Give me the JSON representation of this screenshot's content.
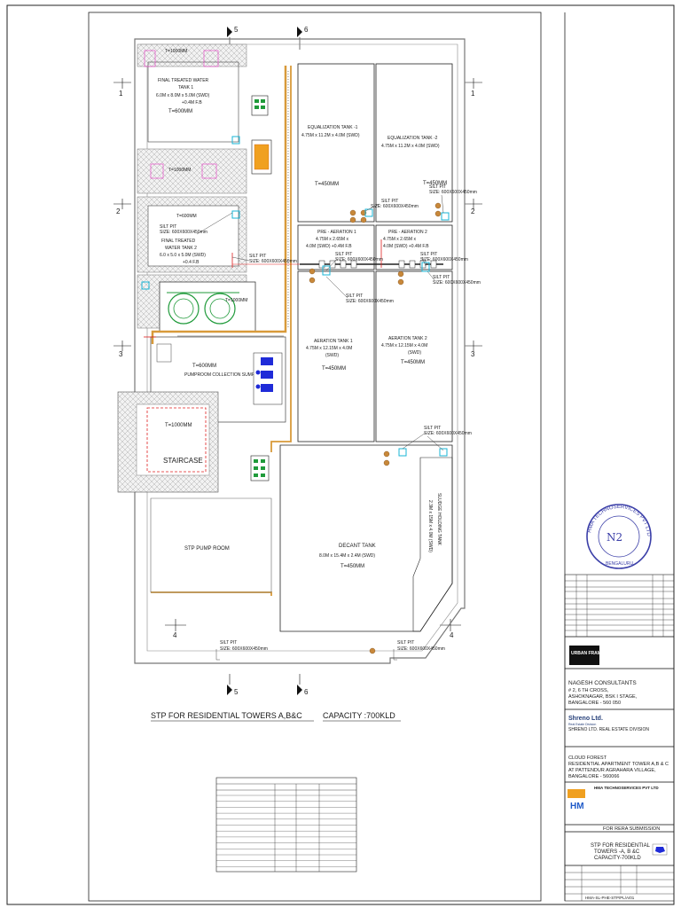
{
  "drawing": {
    "title": "STP FOR RESIDENTIAL TOWERS A,B&C",
    "capacity": "CAPACITY :700KLD",
    "section_marks": [
      "5",
      "6",
      "1",
      "2",
      "3",
      "4"
    ]
  },
  "rooms": {
    "final_treated_tank_1": {
      "title": "FINAL TREATED WATER",
      "name": "TANK 1",
      "dims": "6.0M x 8.0M x 5.0M (SWD)",
      "fb": "+0.4M F.B",
      "t": "T=600MM"
    },
    "final_treated_tank_2": {
      "title": "FINAL TREATED",
      "name": "WATER TANK 2",
      "dims": "6.0 x 5.0 x 5.0M (SWD)",
      "fb": "+0.4 F.B",
      "t": "T=600MM"
    },
    "top_slab_t": "T=1000MM",
    "mid_slab_t": "T=1000MM",
    "machine_slab_t": "T=1000MM",
    "eq_tank_1": {
      "name": "EQUALIZATION TANK -1",
      "dims": "4.75M x 11.2M x 4.0M (SWD)",
      "t": "T=450MM"
    },
    "eq_tank_2": {
      "name": "EQUALIZATION TANK -2",
      "dims": "4.75M x 11.2M x 4.0M (SWD)",
      "t": "T=450MM"
    },
    "pre_aer_1": {
      "name": "PRE - AERATION 1",
      "dims": "4.75M x 2.65M x",
      "swd": "4.0M (SWD) +0.4M F.B"
    },
    "pre_aer_2": {
      "name": "PRE - AERATION 2",
      "dims": "4.75M x 2.65M x",
      "swd": "4.0M (SWD) +0.4M F.B"
    },
    "aer_tank_1": {
      "name": "AERATION TANK 1",
      "dims": "4.75M x 12.15M x 4.0M",
      "swd": "(SWD)",
      "t": "T=450MM"
    },
    "aer_tank_2": {
      "name": "AERATION TANK 2",
      "dims": "4.75M x 12.15M x 4.0M",
      "swd": "(SWD)",
      "t": "T=450MM"
    },
    "sump": {
      "line1": "PUMPROOM COLLECTION SUMP",
      "t": "T=600MM"
    },
    "staircase": {
      "name": "STAIRCASE",
      "t": "T=1000MM"
    },
    "pump_room": {
      "name": "STP PUMP ROOM"
    },
    "decant_tank": {
      "name": "DECANT TANK",
      "dims": "8.0M x 15.4M x 2.4M (SWD)",
      "t": "T=450MM"
    },
    "sludge_tank": {
      "line1": "SLUDGE HOLDING TANK",
      "line2": "2.3M x 15M x 4.0M (SWD)"
    }
  },
  "silt_pits": {
    "label": "SILT PIT",
    "size": "SIZE: 600X600X450mm"
  },
  "title_block": {
    "rera": "FOR RERA SUBMISSION",
    "architect_name": "URBAN FRAME",
    "consultant_name": "NAGESH CONSULTANTS",
    "consultant_addr1": "# 2, 6 TH CROSS,",
    "consultant_addr2": "ASHOKNAGAR, BSK I STAGE,",
    "consultant_addr3": "BANGALORE - 560 050",
    "client_logo": "Shreno Ltd.",
    "client_sub": "Real Estate Division",
    "client_name": "SHRENO LTD. REAL ESTATE DIVISION",
    "project_line1": "CLOUD FOREST",
    "project_line2": "RESIDENTIAL APARTMENT TOWER A,B & C",
    "project_line3": "AT PATTENDUR AGRAHARA VILLAGE,",
    "project_line4": "BANGALORE - 560066",
    "mep_name": "HMA TECHNOSERVICES PVT LTD",
    "mep_logo": "HM",
    "drawing_title1": "STP FOR RESIDENTIAL",
    "drawing_title2": "TOWERS -A, B &C",
    "drawing_title3": "CAPACITY-700KLD",
    "drawing_no": "HMA-SL-PHE-STP/PL/A/01",
    "stamp_text": "HMA TECHNOSERVICES PVT LTD",
    "stamp_city": "BENGALURU"
  },
  "colors": {
    "line": "#1a1a1a",
    "hatch": "#9a9a9a",
    "cyan": "#19b5d6",
    "pink": "#e64ec8",
    "pipe": "#d89a3a",
    "red": "#e02020",
    "green": "#1f9a3a",
    "blue": "#1f2bd8",
    "stamp": "#3b3fa8"
  }
}
